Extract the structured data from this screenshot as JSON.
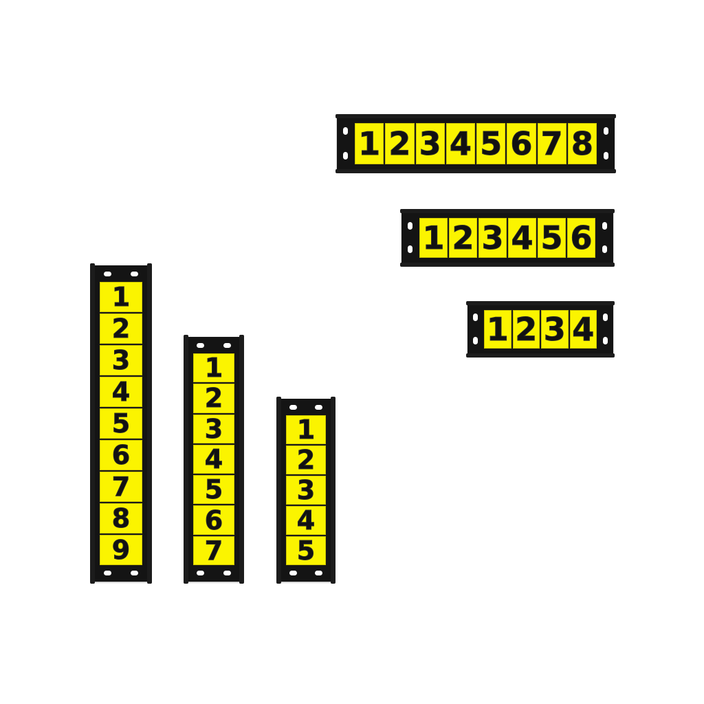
{
  "signs": [
    {
      "id": "horizontal-8",
      "digits": [
        "1",
        "2",
        "3",
        "4",
        "5",
        "6",
        "7",
        "8"
      ]
    },
    {
      "id": "horizontal-6",
      "digits": [
        "1",
        "2",
        "3",
        "4",
        "5",
        "6"
      ]
    },
    {
      "id": "horizontal-4",
      "digits": [
        "1",
        "2",
        "3",
        "4"
      ]
    },
    {
      "id": "vertical-9",
      "digits": [
        "1",
        "2",
        "3",
        "4",
        "5",
        "6",
        "7",
        "8",
        "9"
      ]
    },
    {
      "id": "vertical-7",
      "digits": [
        "1",
        "2",
        "3",
        "4",
        "5",
        "6",
        "7"
      ]
    },
    {
      "id": "vertical-5",
      "digits": [
        "1",
        "2",
        "3",
        "4",
        "5"
      ]
    }
  ],
  "colors": {
    "tile": "#fbf400",
    "frame": "#141414",
    "digit": "#111111",
    "background": "#ffffff"
  }
}
